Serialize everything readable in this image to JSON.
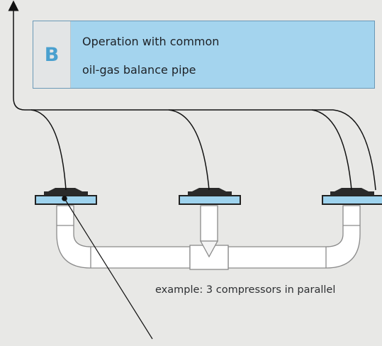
{
  "panel": {
    "letter": "B",
    "line1": "Operation with common",
    "line2": "oil-gas balance pipe"
  },
  "caption": "example: 3 compressors in parallel",
  "colors": {
    "background": "#e8e8e6",
    "panel_fill": "#a4d4ee",
    "letter": "#4aa0cf",
    "flange": "#9ed3ee",
    "line": "#111111"
  }
}
